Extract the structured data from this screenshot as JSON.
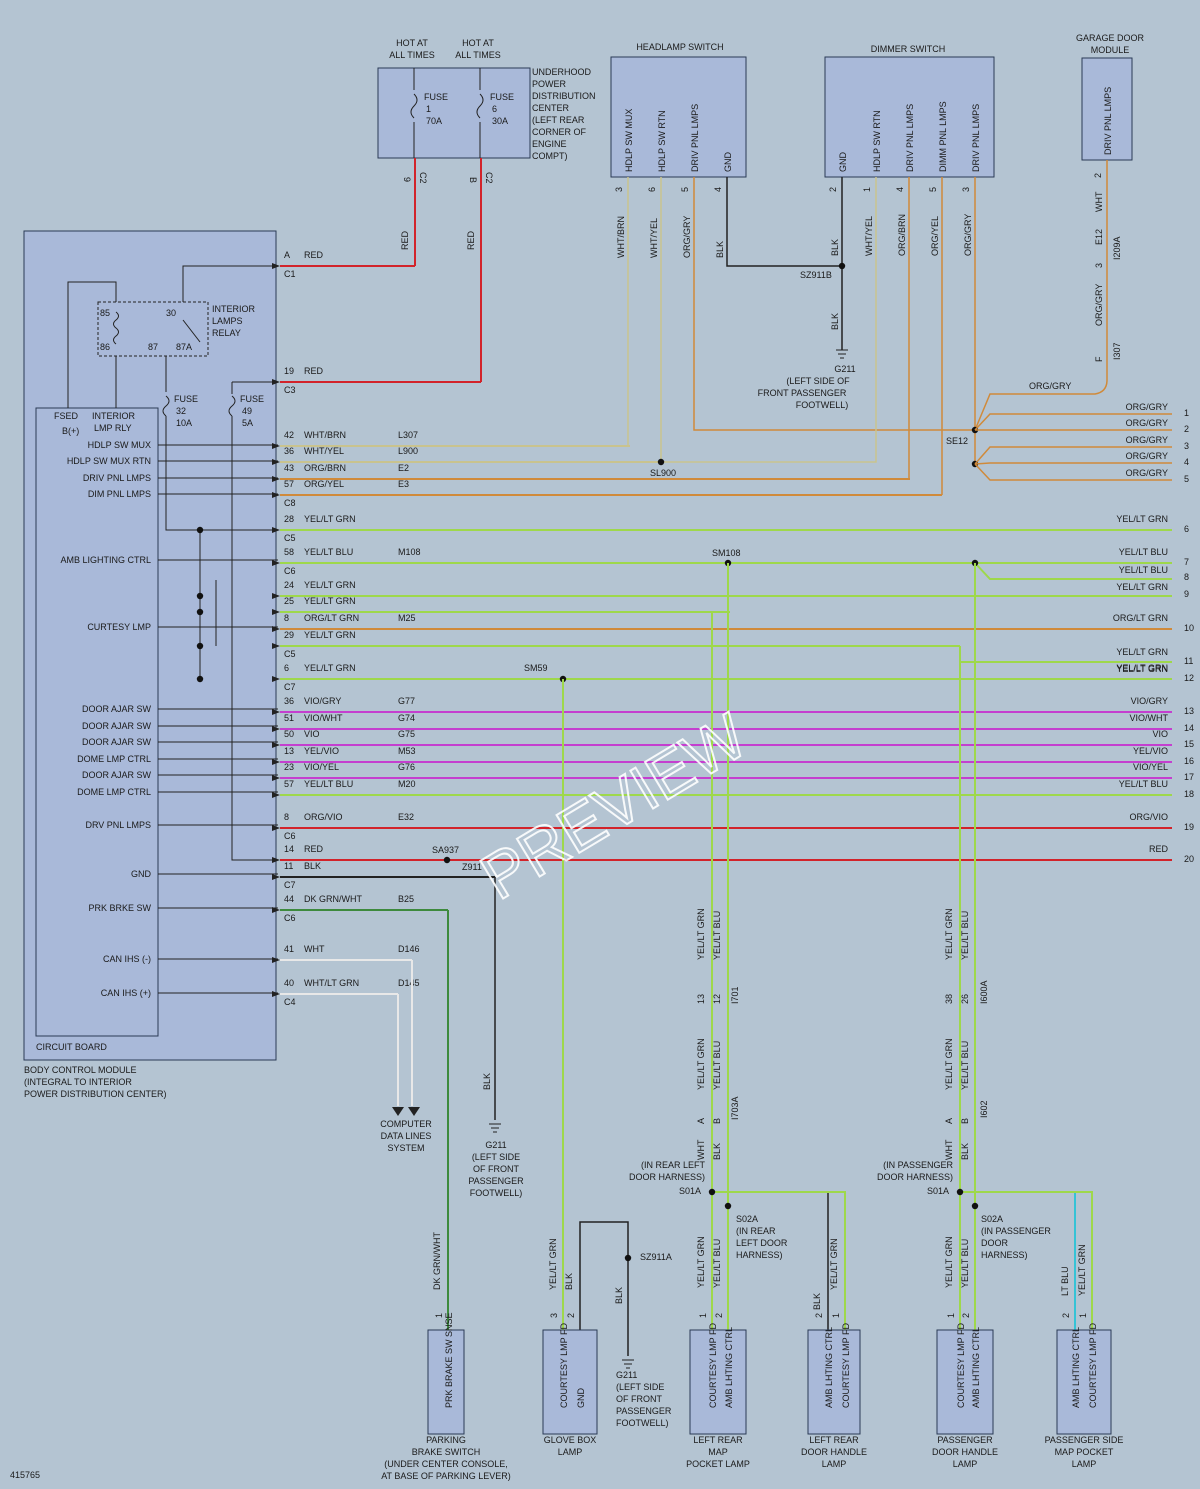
{
  "diagram_id": "415765",
  "watermark": "PREVIEW",
  "colors": {
    "red": "#d2232a",
    "orange": "#d08a3a",
    "lime": "#9ed84b",
    "magenta": "#c43fcf",
    "gray": "#7a7a7a",
    "black": "#222222",
    "white": "#e8e8e8",
    "tan": "#c9c38e",
    "darkgreen": "#3d8a3d",
    "cyan": "#35c3d6"
  },
  "labels": {
    "hot1": "HOT AT ALL TIMES",
    "hot2": "HOT AT ALL TIMES",
    "updc": [
      "UNDERHOOD",
      "POWER",
      "DISTRIBUTION",
      "CENTER",
      "(LEFT REAR",
      "CORNER OF",
      "ENGINE",
      "COMPT)"
    ],
    "fuse1": [
      "FUSE",
      "1",
      "70A"
    ],
    "fuse6": [
      "FUSE",
      "6",
      "30A"
    ],
    "c2a": "C2",
    "c2b": "C2",
    "pin9": "9",
    "pinB": "B",
    "headlamp_switch": "HEADLAMP SWITCH",
    "hs_pins": [
      {
        "name": "HDLP SW MUX",
        "num": "3",
        "wire": "WHT/BRN"
      },
      {
        "name": "HDLP SW RTN",
        "num": "6",
        "wire": "WHT/YEL"
      },
      {
        "name": "DRIV PNL LMPS",
        "num": "5",
        "wire": "ORG/GRY"
      },
      {
        "name": "GND",
        "num": "4",
        "wire": "BLK"
      }
    ],
    "dimmer_switch": "DIMMER SWITCH",
    "ds_pins": [
      {
        "name": "GND",
        "num": "2",
        "wire": "BLK"
      },
      {
        "name": "HDLP SW RTN",
        "num": "1",
        "wire": "WHT/YEL"
      },
      {
        "name": "DRIV PNL LMPS",
        "num": "4",
        "wire": "ORG/BRN"
      },
      {
        "name": "DIMM PNL LMPS",
        "num": "5",
        "wire": "ORG/YEL"
      },
      {
        "name": "DRIV PNL LMPS",
        "num": "3",
        "wire": "ORG/GRY"
      }
    ],
    "garage": [
      "GARAGE DOOR",
      "MODULE"
    ],
    "garage_pin": "DRIV PNL LMPS",
    "garage_num": "2",
    "garage_wire": "WHT",
    "e12": "E12",
    "i209a": "I209A",
    "e12_3": "3",
    "org_gry_v": "ORG/GRY",
    "i307": "I307",
    "pinF": "F",
    "org_gry_h": "ORG/GRY",
    "sz911b": "SZ911B",
    "blk_v": "BLK",
    "g211_top": [
      "G211",
      "(LEFT SIDE OF",
      "FRONT PASSENGER",
      "FOOTWELL)"
    ],
    "se12": "SE12",
    "sl900": "SL900",
    "sm108": "SM108",
    "sm59": "SM59",
    "sa937": "SA937",
    "z911": "Z911",
    "red_v1": "RED",
    "red_v2": "RED",
    "relay": [
      "INTERIOR",
      "LAMPS",
      "RELAY"
    ],
    "relay_pins": [
      "85",
      "86",
      "30",
      "87",
      "87A"
    ],
    "fuse32": [
      "FUSE",
      "32",
      "10A"
    ],
    "fuse49": [
      "FUSE",
      "49",
      "5A"
    ],
    "bcm_pins": [
      "FSED B(+)",
      "INTERIOR LMP RLY",
      "HDLP SW MUX",
      "HDLP SW MUX RTN",
      "DRIV PNL LMPS",
      "DIM PNL LMPS",
      "AMB LIGHTING CTRL",
      "CURTESY LMP",
      "DOOR AJAR SW",
      "DOOR AJAR SW",
      "DOOR AJAR SW",
      "DOME LMP CTRL",
      "DOOR AJAR SW",
      "DOME LMP CTRL",
      "DRV PNL LMPS",
      "GND",
      "PRK BRKE SW",
      "CAN IHS (-)",
      "CAN IHS (+)"
    ],
    "circuit_board": "CIRCUIT BOARD",
    "bcm_name": [
      "BODY CONTROL MODULE",
      "(INTEGRAL TO INTERIOR",
      "POWER DISTRIBUTION CENTER)"
    ],
    "computer": [
      "COMPUTER",
      "DATA LINES",
      "SYSTEM"
    ],
    "g211_mid": [
      "G211",
      "(LEFT SIDE",
      "OF FRONT",
      "PASSENGER",
      "FOOTWELL)"
    ],
    "g211_bot": [
      "G211",
      "(LEFT SIDE",
      "OF FRONT",
      "PASSENGER",
      "FOOTWELL)"
    ],
    "sz911a": "SZ911A",
    "blk_mid": "BLK",
    "s01a_l": "S01A",
    "s01a_r": "S01A",
    "s02a_l": [
      "S02A",
      "(IN REAR",
      "LEFT DOOR",
      "HARNESS)"
    ],
    "s02a_r": [
      "S02A",
      "(IN PASSENGER",
      "DOOR",
      "HARNESS)"
    ],
    "in_rear_left": [
      "(IN REAR LEFT",
      "DOOR HARNESS)"
    ],
    "in_pass": [
      "(IN PASSENGER",
      "DOOR HARNESS)"
    ],
    "i701": "I701",
    "i703a": "I703A",
    "i600a": "I600A",
    "i602": "I602",
    "n13": "13",
    "n12": "12",
    "n38": "38",
    "n26": "26",
    "vwires": {
      "yel_lt_grn": "YEL/LT GRN",
      "yel_lt_blu": "YEL/LT BLU",
      "wht": "WHT",
      "blk": "BLK",
      "lt_blu": "LT BLU",
      "dk_grn_wht": "DK GRN/WHT",
      "pa": "A",
      "pb": "B"
    }
  },
  "rows": [
    {
      "pin": "A",
      "wire": "RED",
      "conn": "C1",
      "circuit": "",
      "num": "",
      "right": ""
    },
    {
      "pin": "19",
      "wire": "RED",
      "conn": "C3",
      "circuit": "",
      "num": "",
      "right": ""
    },
    {
      "pin": "42",
      "wire": "WHT/BRN",
      "conn": "",
      "circuit": "L307",
      "num": "",
      "right": ""
    },
    {
      "pin": "36",
      "wire": "WHT/YEL",
      "conn": "",
      "circuit": "L900",
      "num": "",
      "right": ""
    },
    {
      "pin": "43",
      "wire": "ORG/BRN",
      "conn": "",
      "circuit": "E2",
      "num": "",
      "right": ""
    },
    {
      "pin": "57",
      "wire": "ORG/YEL",
      "conn": "C8",
      "circuit": "E3",
      "num": "",
      "right": ""
    },
    {
      "pin": "28",
      "wire": "YEL/LT GRN",
      "conn": "C5",
      "circuit": "",
      "num": "6",
      "right": "YEL/LT GRN"
    },
    {
      "pin": "58",
      "wire": "YEL/LT BLU",
      "conn": "C6",
      "circuit": "M108",
      "num": "7",
      "right": "YEL/LT BLU"
    },
    {
      "pin": "24",
      "wire": "YEL/LT GRN",
      "conn": "",
      "circuit": "",
      "num": "",
      "right": ""
    },
    {
      "pin": "25",
      "wire": "YEL/LT GRN",
      "conn": "",
      "circuit": "",
      "num": "",
      "right": ""
    },
    {
      "pin": "8",
      "wire": "ORG/LT GRN",
      "conn": "",
      "circuit": "M25",
      "num": "10",
      "right": "ORG/LT GRN"
    },
    {
      "pin": "29",
      "wire": "YEL/LT GRN",
      "conn": "C5",
      "circuit": "",
      "num": "",
      "right": ""
    },
    {
      "pin": "6",
      "wire": "YEL/LT GRN",
      "conn": "C7",
      "circuit": "",
      "num": "12",
      "right": "YEL/LT GRN"
    },
    {
      "pin": "36",
      "wire": "VIO/GRY",
      "conn": "",
      "circuit": "G77",
      "num": "13",
      "right": "VIO/GRY"
    },
    {
      "pin": "51",
      "wire": "VIO/WHT",
      "conn": "",
      "circuit": "G74",
      "num": "14",
      "right": "VIO/WHT"
    },
    {
      "pin": "50",
      "wire": "VIO",
      "conn": "",
      "circuit": "G75",
      "num": "15",
      "right": "VIO"
    },
    {
      "pin": "13",
      "wire": "YEL/VIO",
      "conn": "",
      "circuit": "M53",
      "num": "16",
      "right": "YEL/VIO"
    },
    {
      "pin": "23",
      "wire": "VIO/YEL",
      "conn": "",
      "circuit": "G76",
      "num": "17",
      "right": "VIO/YEL"
    },
    {
      "pin": "57",
      "wire": "YEL/LT BLU",
      "conn": "",
      "circuit": "M20",
      "num": "18",
      "right": "YEL/LT BLU"
    },
    {
      "pin": "8",
      "wire": "ORG/VIO",
      "conn": "C6",
      "circuit": "E32",
      "num": "19",
      "right": "ORG/VIO"
    },
    {
      "pin": "14",
      "wire": "RED",
      "conn": "",
      "circuit": "",
      "num": "20",
      "right": "RED"
    },
    {
      "pin": "11",
      "wire": "BLK",
      "conn": "C7",
      "circuit": "",
      "num": "",
      "right": ""
    },
    {
      "pin": "44",
      "wire": "DK GRN/WHT",
      "conn": "C6",
      "circuit": "B25",
      "num": "",
      "right": ""
    },
    {
      "pin": "41",
      "wire": "WHT",
      "conn": "",
      "circuit": "D146",
      "num": "",
      "right": ""
    },
    {
      "pin": "40",
      "wire": "WHT/LT GRN",
      "conn": "C4",
      "circuit": "D145",
      "num": "",
      "right": ""
    }
  ],
  "right_extra": [
    {
      "num": "1",
      "label": "ORG/GRY"
    },
    {
      "num": "2",
      "label": "ORG/GRY"
    },
    {
      "num": "3",
      "label": "ORG/GRY"
    },
    {
      "num": "4",
      "label": "ORG/GRY"
    },
    {
      "num": "5",
      "label": "ORG/GRY"
    },
    {
      "num": "8",
      "label": "YEL/LT BLU"
    },
    {
      "num": "8b",
      "label": "YEL/LT GRN"
    },
    {
      "num": "9",
      "label": ""
    },
    {
      "num": "11",
      "label": "YEL/LT GRN"
    },
    {
      "num": "11b",
      "label": "YEL/LT GRN"
    }
  ],
  "right_labels": {
    "n1": "1",
    "n2": "2",
    "n3": "3",
    "n4": "4",
    "n5": "5",
    "n8": "8",
    "n9": "9",
    "n11": "11",
    "org1": "ORG/GRY",
    "org2": "ORG/GRY",
    "org3": "ORG/GRY",
    "org4": "ORG/GRY",
    "org5": "ORG/GRY",
    "ylb8": "YEL/LT BLU",
    "ylg8": "YEL/LT GRN",
    "ylg11a": "YEL/LT GRN",
    "ylg11b": "YEL/LT GRN"
  },
  "components": [
    {
      "id": "parking",
      "pins": [
        "PRK BRAKE SW SNSE"
      ],
      "nums": [
        "1"
      ],
      "name": [
        "PARKING",
        "BRAKE SWITCH",
        "(UNDER CENTER CONSOLE,",
        "AT BASE OF PARKING LEVER)"
      ]
    },
    {
      "id": "glovebox",
      "pins": [
        "COURTESY LMP FD",
        "GND"
      ],
      "nums": [
        "3",
        "2"
      ],
      "name": [
        "GLOVE BOX",
        "LAMP"
      ]
    },
    {
      "id": "leftrear_map",
      "pins": [
        "COURTESY LMP FD",
        "AMB LHTING CTRL"
      ],
      "nums": [
        "1",
        "2"
      ],
      "name": [
        "LEFT REAR",
        "MAP",
        "POCKET LAMP"
      ]
    },
    {
      "id": "leftrear_door",
      "pins": [
        "AMB LHTING CTRL",
        "COURTESY LMP FD"
      ],
      "nums": [
        "2",
        "1"
      ],
      "name": [
        "LEFT REAR",
        "DOOR HANDLE",
        "LAMP"
      ]
    },
    {
      "id": "pass_door",
      "pins": [
        "COURTESY LMP FD",
        "AMB LHTING CTRL"
      ],
      "nums": [
        "1",
        "2"
      ],
      "name": [
        "PASSENGER",
        "DOOR HANDLE",
        "LAMP"
      ]
    },
    {
      "id": "pass_map",
      "pins": [
        "AMB LHTING CTRL",
        "COURTESY LMP FD"
      ],
      "nums": [
        "2",
        "1"
      ],
      "name": [
        "PASSENGER SIDE",
        "MAP POCKET",
        "LAMP"
      ]
    }
  ]
}
